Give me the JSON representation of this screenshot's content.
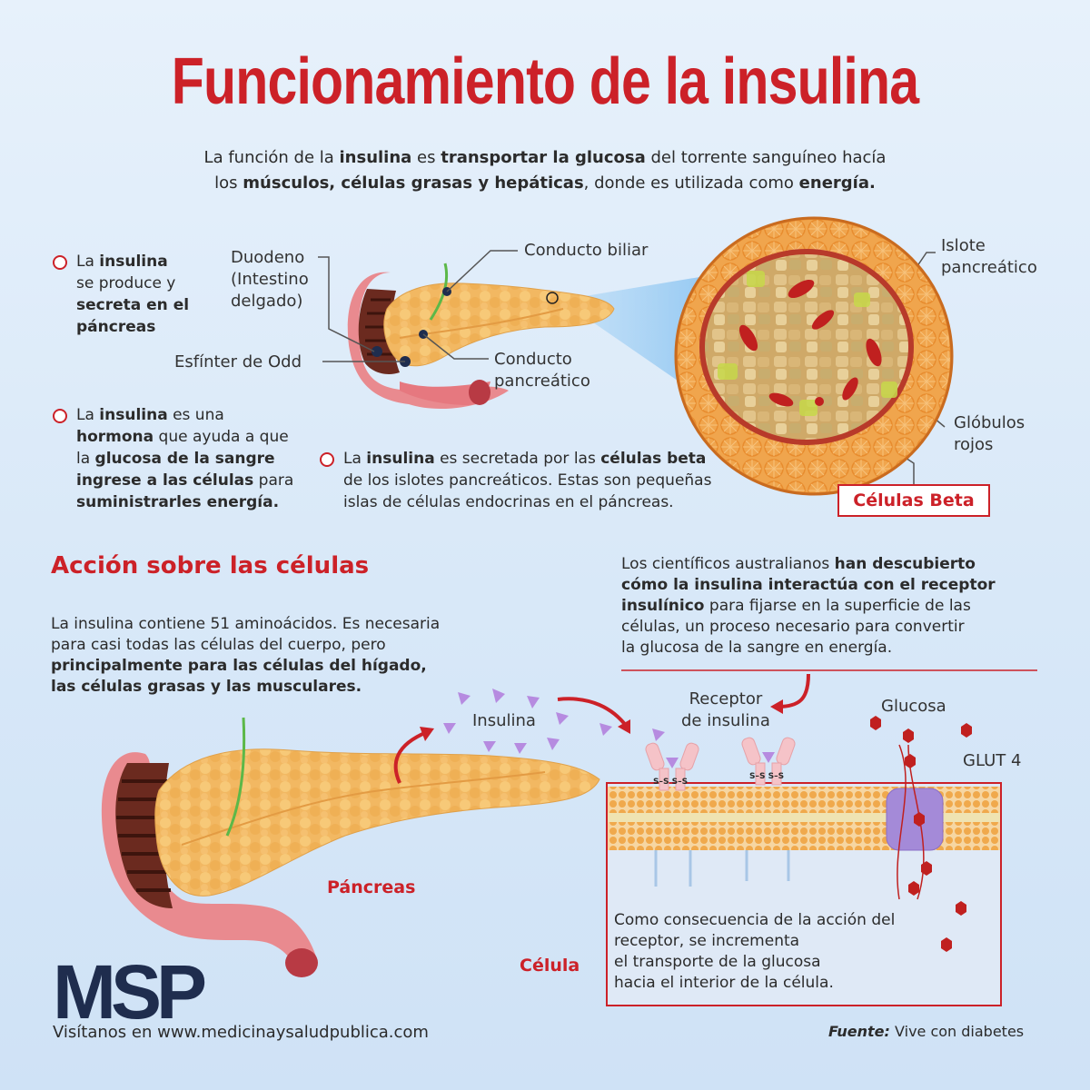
{
  "title": "Funcionamiento de la insulina",
  "intro": {
    "p1": "La función de la ",
    "b1": "insulina",
    "p2": " es ",
    "b2": "transportar la glucosa",
    "p3": " del torrente sanguíneo hacía",
    "p4": "los ",
    "b3": "músculos, células grasas y hepáticas",
    "p5": ", donde es utilizada como ",
    "b4": "energía."
  },
  "bullets": {
    "b1": {
      "t1": "La ",
      "b1": "insulina",
      "t2": "se produce y",
      "b2": "secreta en el",
      "b3": "páncreas"
    },
    "b2": {
      "t1": "La ",
      "b1": "insulina",
      "t2": " es una",
      "b2": "hormona",
      "t3": " que ayuda a que",
      "t4": "la ",
      "b3": "glucosa de la sangre",
      "b4": "ingrese a las células",
      "t5": " para",
      "b5": "suministrarles energía."
    },
    "b3": {
      "t1": "La ",
      "b1": "insulina",
      "t2": " es secretada por las ",
      "b2": "células beta",
      "t3": "de los islotes pancreáticos. Estas son pequeñas",
      "t4": "islas de células endocrinas en el páncreas."
    }
  },
  "labels": {
    "duodeno_1": "Duodeno",
    "duodeno_2": "(Intestino",
    "duodeno_3": "delgado)",
    "conducto_biliar": "Conducto biliar",
    "esfinter": "Esfínter de Odd",
    "conducto_pancreatico_1": "Conducto",
    "conducto_pancreatico_2": "pancreático",
    "islote_1": "Islote",
    "islote_2": "pancreático",
    "globulos_1": "Glóbulos",
    "globulos_2": "rojos",
    "celulas_beta": "Células Beta"
  },
  "action": {
    "heading": "Acción sobre las células",
    "para_1": "La insulina contiene 51 aminoácidos. Es necesaria",
    "para_2": "para casi todas las células del cuerpo, pero",
    "para_b1": "principalmente para las células del hígado,",
    "para_b2": "las células grasas y las musculares.",
    "sci_1": "Los científicos australianos ",
    "sci_b1": "han descubierto",
    "sci_b2": "cómo la insulina interactúa con el receptor",
    "sci_b3": "insulínico",
    "sci_2": " para fijarse en la superficie de las",
    "sci_3": "células, un proceso necesario para convertir",
    "sci_4": "la glucosa de la sangre en energía.",
    "insulina": "Insulina",
    "receptor_1": "Receptor",
    "receptor_2": "de insulina",
    "glucosa": "Glucosa",
    "glut4": "GLUT 4",
    "pancreas": "Páncreas",
    "celula": "Célula",
    "bond": "S–S",
    "cons_1": "Como consecuencia de la acción del",
    "cons_2": "receptor, se incrementa",
    "cons_3": "el transporte de la glucosa",
    "cons_4": "hacia el interior de la célula."
  },
  "footer": {
    "logo": "MSP",
    "visit": "Visítanos en www.medicinaysaludpublica.com",
    "source_label": "Fuente:",
    "source_text": " Vive con diabetes"
  },
  "colors": {
    "accent": "#cc2128",
    "pancreas": "#f2b862",
    "duodenum": "#e98a8f",
    "navy": "#1f2d4e"
  }
}
